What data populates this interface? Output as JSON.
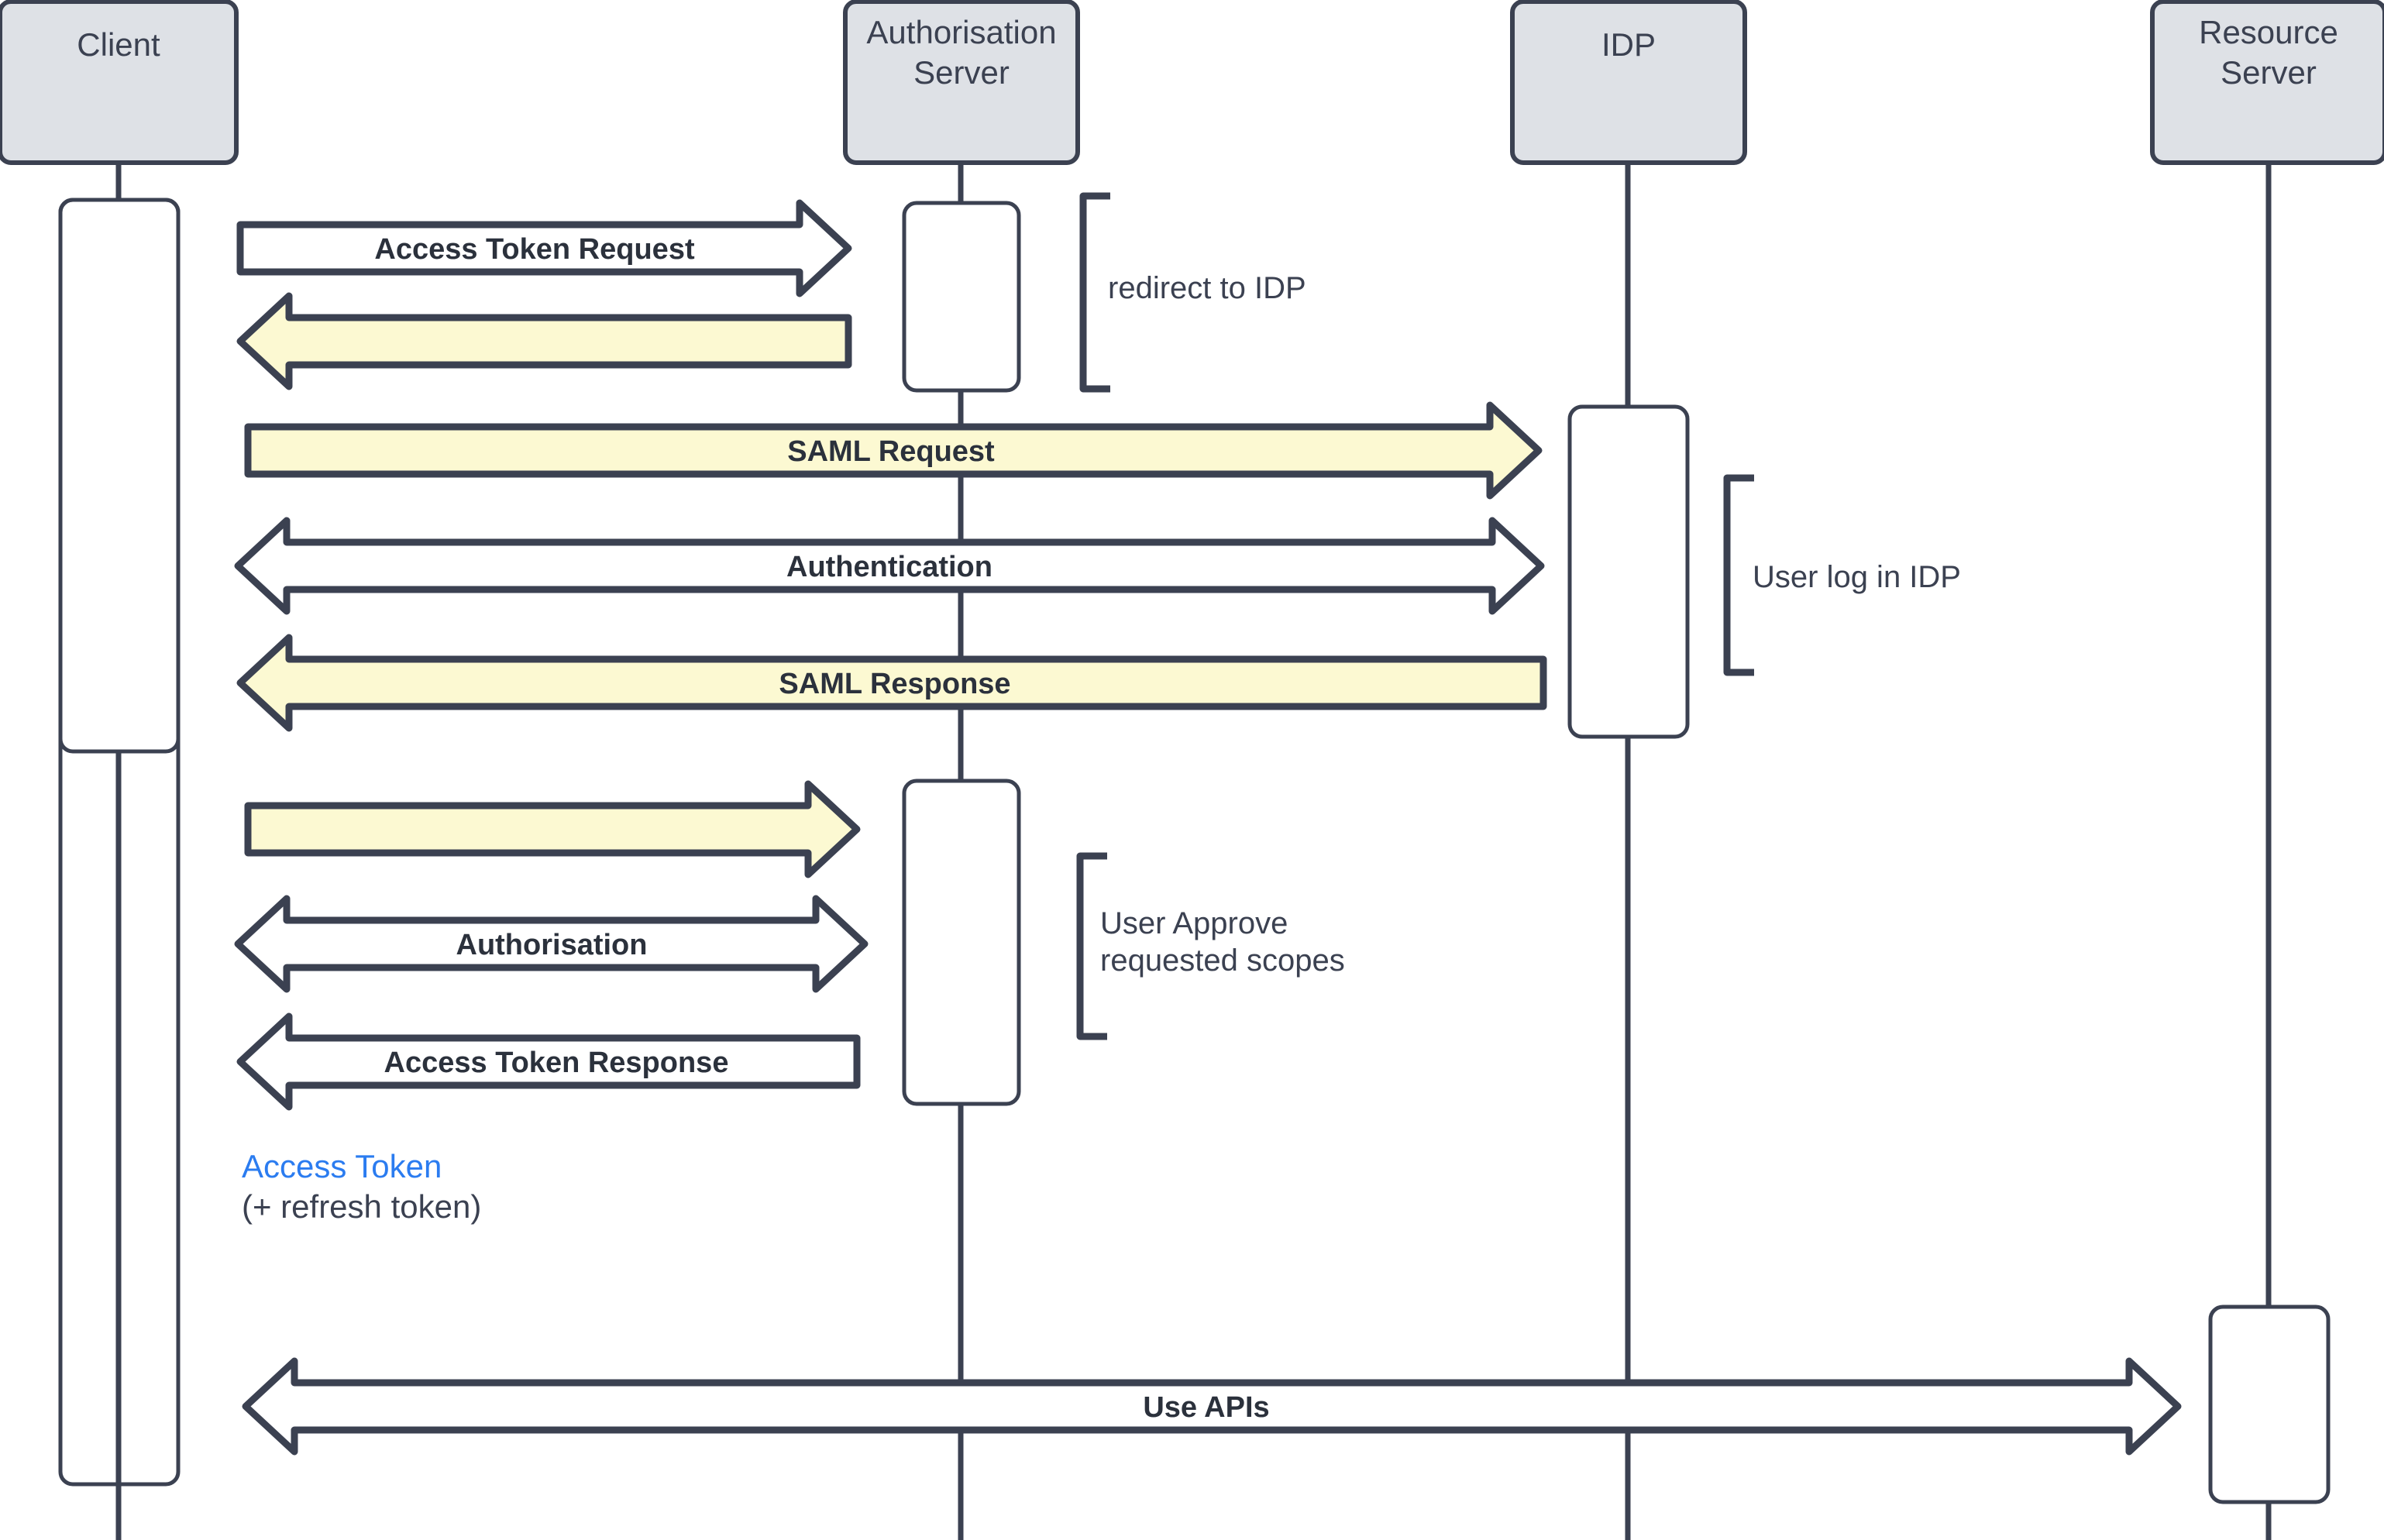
{
  "diagram": {
    "title": "OAuth2 / SAML Authorisation Sequence Diagram",
    "colors": {
      "stroke": "#3b4151",
      "lifeline_header_fill": "#dee1e6",
      "highlight_fill": "#fcf9d2",
      "plain_fill": "#ffffff",
      "accent_text": "#2b7cf0",
      "background": "#ffffff"
    },
    "participants": [
      {
        "id": "client",
        "label": "Client",
        "label_lines": [
          "Client"
        ]
      },
      {
        "id": "auth-server",
        "label": "Authorisation Server",
        "label_lines": [
          "Authorisation",
          "Server"
        ]
      },
      {
        "id": "idp",
        "label": "IDP",
        "label_lines": [
          "IDP"
        ]
      },
      {
        "id": "resource-server",
        "label": "Resource Server",
        "label_lines": [
          "Resource",
          "Server"
        ]
      }
    ],
    "messages": [
      {
        "id": "m1",
        "label": "Access Token Request",
        "from": "client",
        "to": "auth-server",
        "direction": "right",
        "style": "plain"
      },
      {
        "id": "m2",
        "label": "",
        "from": "auth-server",
        "to": "client",
        "direction": "left",
        "style": "highlight"
      },
      {
        "id": "m3",
        "label": "SAML Request",
        "from": "client",
        "to": "idp",
        "direction": "right",
        "style": "highlight"
      },
      {
        "id": "m4",
        "label": "Authentication",
        "from": "client",
        "to": "idp",
        "direction": "both",
        "style": "plain"
      },
      {
        "id": "m5",
        "label": "SAML Response",
        "from": "idp",
        "to": "client",
        "direction": "left",
        "style": "highlight"
      },
      {
        "id": "m6",
        "label": "",
        "from": "client",
        "to": "auth-server",
        "direction": "right",
        "style": "highlight"
      },
      {
        "id": "m7",
        "label": "Authorisation",
        "from": "client",
        "to": "auth-server",
        "direction": "both",
        "style": "plain"
      },
      {
        "id": "m8",
        "label": "Access Token Response",
        "from": "auth-server",
        "to": "client",
        "direction": "left",
        "style": "plain"
      },
      {
        "id": "m9",
        "label": "Use APIs",
        "from": "client",
        "to": "resource-server",
        "direction": "both",
        "style": "plain"
      }
    ],
    "notes": [
      {
        "id": "n1",
        "lines": [
          "redirect to IDP"
        ],
        "text": "redirect to IDP",
        "attached_to": "auth-server"
      },
      {
        "id": "n2",
        "lines": [
          "User log in IDP"
        ],
        "text": "User log in IDP",
        "attached_to": "idp"
      },
      {
        "id": "n3",
        "lines": [
          "User Approve",
          "requested scopes"
        ],
        "text": "User Approve requested scopes",
        "attached_to": "auth-server"
      }
    ],
    "annotations": [
      {
        "id": "a1",
        "primary": "Access Token",
        "secondary": "(+ refresh token)",
        "near": "client"
      }
    ]
  }
}
